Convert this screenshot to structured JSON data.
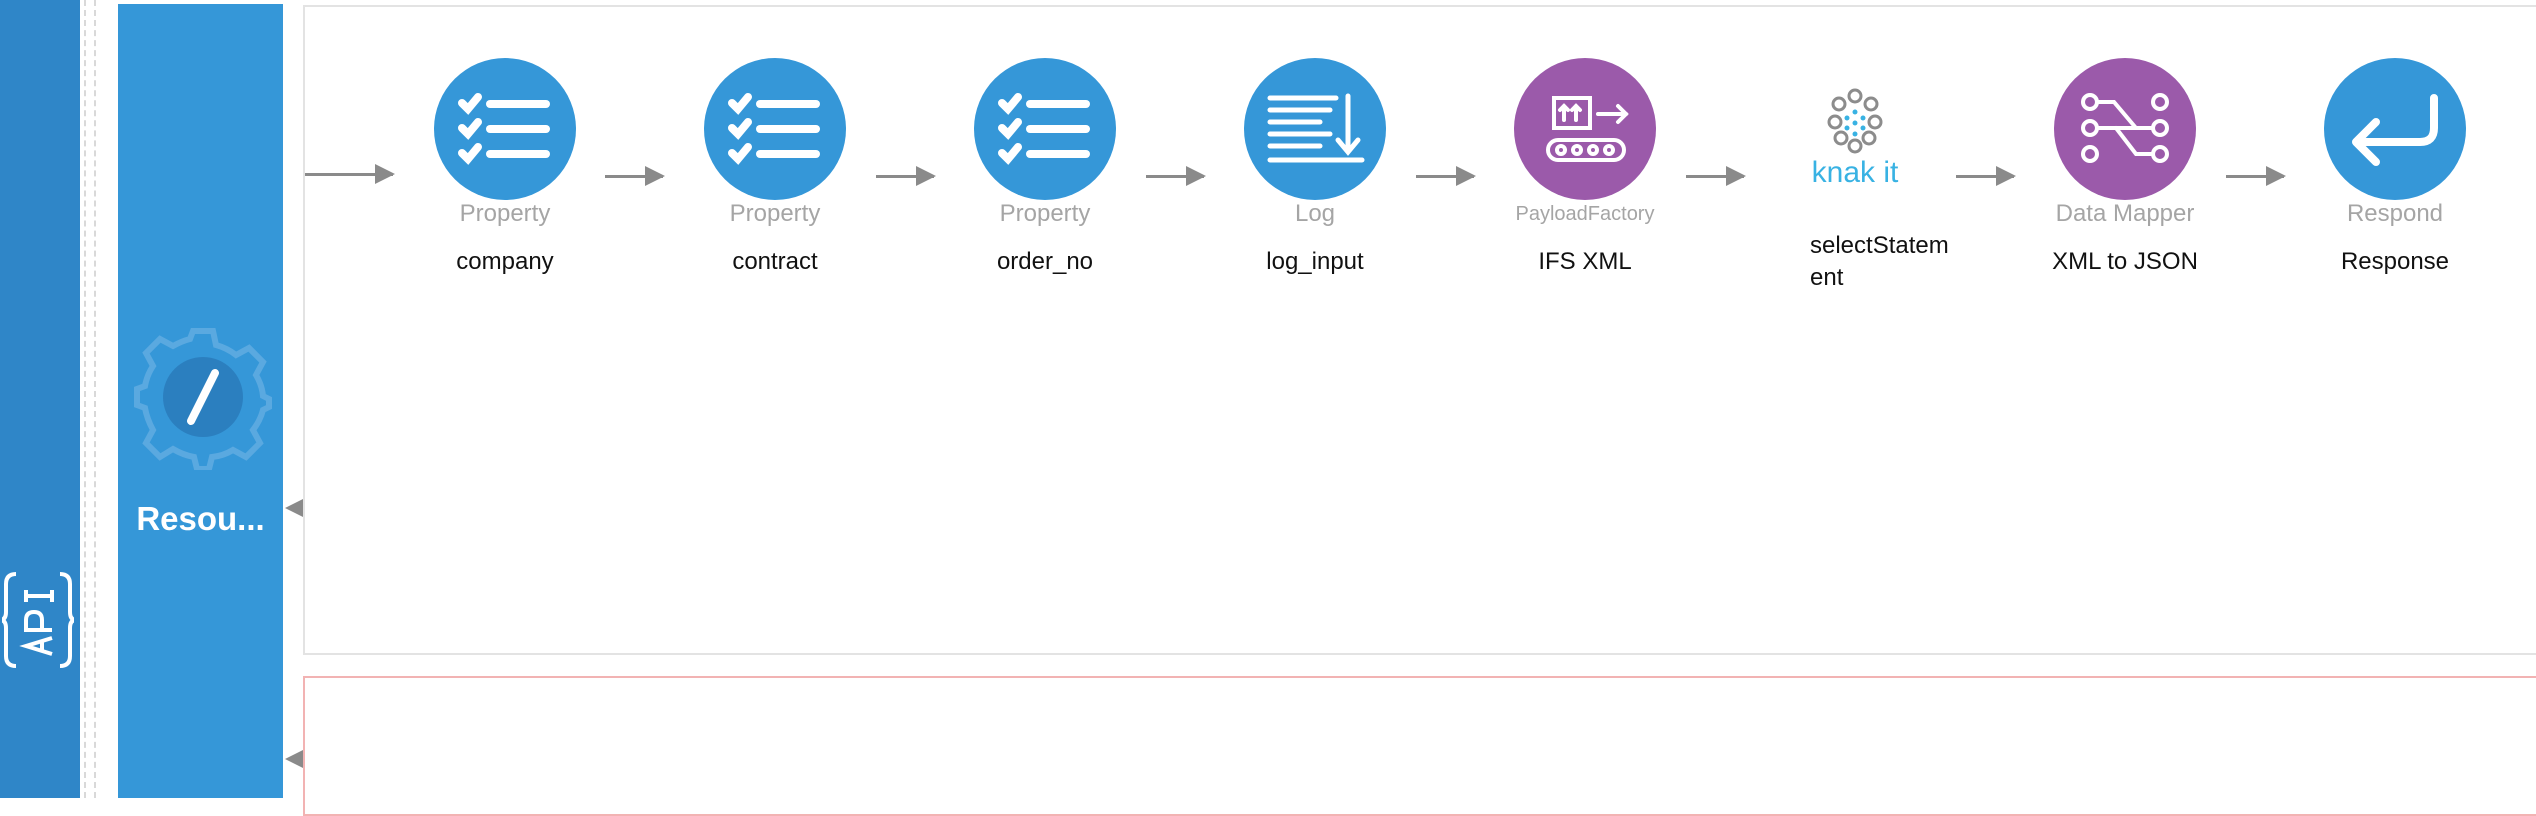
{
  "sidebar": {
    "api_label": "API",
    "color": "#2f86c8"
  },
  "resource": {
    "label": "Resou...",
    "icon": "gear-slash-icon",
    "color": "#3597d8"
  },
  "mediators": [
    {
      "type": "Property",
      "name": "company",
      "icon": "list-check-icon",
      "color": "#3597d8"
    },
    {
      "type": "Property",
      "name": "contract",
      "icon": "list-check-icon",
      "color": "#3597d8"
    },
    {
      "type": "Property",
      "name": "order_no",
      "icon": "list-check-icon",
      "color": "#3597d8"
    },
    {
      "type": "Log",
      "name": "log_input",
      "icon": "log-icon",
      "color": "#3597d8"
    },
    {
      "type": "PayloadFactory",
      "name": "IFS XML",
      "icon": "payload-factory-icon",
      "color": "#9b5aaa"
    },
    {
      "type": "knak it",
      "name": "selectStatement",
      "icon": "knak-it-icon",
      "color": "#38b2e3"
    },
    {
      "type": "Data Mapper",
      "name": "XML to JSON",
      "icon": "data-mapper-icon",
      "color": "#9b5aaa"
    },
    {
      "type": "Respond",
      "name": "Response",
      "icon": "respond-icon",
      "color": "#3597d8"
    }
  ]
}
